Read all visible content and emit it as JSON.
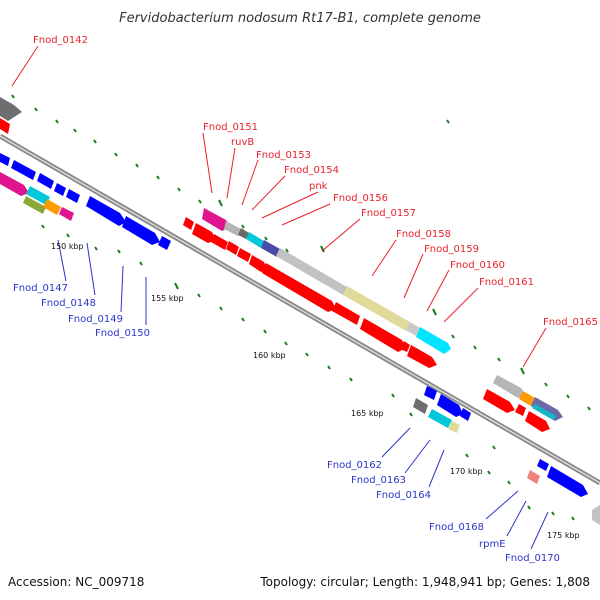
{
  "title": "Fervidobacterium nodosum Rt17-B1, complete genome",
  "footer": {
    "accession": "Accession: NC_009718",
    "summary": "Topology: circular; Length: 1,948,941 bp; Genes: 1,808"
  },
  "kbp_ticks": [
    "150 kbp",
    "155 kbp",
    "160 kbp",
    "165 kbp",
    "170 kbp",
    "175 kbp"
  ],
  "red_labels": [
    "Fnod_0142",
    "Fnod_0151",
    "ruvB",
    "Fnod_0153",
    "Fnod_0154",
    "pnk",
    "Fnod_0156",
    "Fnod_0157",
    "Fnod_0158",
    "Fnod_0159",
    "Fnod_0160",
    "Fnod_0161",
    "Fnod_0165"
  ],
  "blue_labels": [
    "Fnod_0147",
    "Fnod_0148",
    "Fnod_0149",
    "Fnod_0150",
    "Fnod_0162",
    "Fnod_0163",
    "Fnod_0164",
    "Fnod_0168",
    "rpmE",
    "Fnod_0170"
  ],
  "colors": {
    "forward_gene": "#ff0000",
    "reverse_gene": "#0000ff",
    "backbone": "#8a8a8a",
    "tick": "#1b7a1b",
    "red_label": "#e8212a",
    "blue_label": "#2b35c9"
  }
}
